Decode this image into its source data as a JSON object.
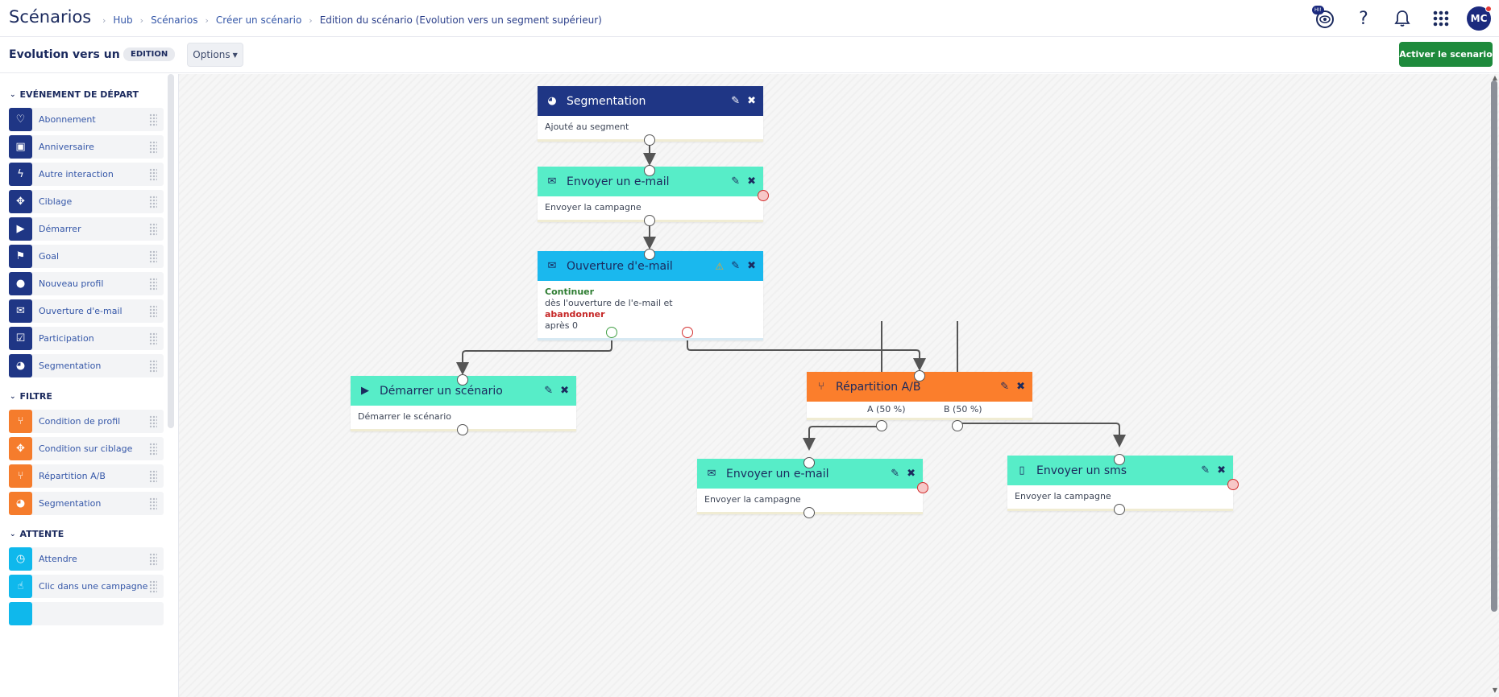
{
  "topbar": {
    "app_title": "Scénarios",
    "breadcrumb": [
      "Hub",
      "Scénarios",
      "Créer un scénario",
      "Edition du scénario (Evolution vers un segment supérieur)"
    ],
    "hi_badge": "HI!",
    "help_icon": "?",
    "avatar_initials": "MC"
  },
  "subbar": {
    "scenario_name": "Evolution vers un s...",
    "edition_badge": "EDITION",
    "options_label": "Options",
    "activate_label": "Activer le scenario"
  },
  "sidebar": {
    "sections": [
      {
        "title": "EVÉNEMENT DE DÉPART",
        "color": "#1f3685",
        "items": [
          {
            "label": "Abonnement",
            "icon": "heart-icon"
          },
          {
            "label": "Anniversaire",
            "icon": "gift-icon"
          },
          {
            "label": "Autre interaction",
            "icon": "bolt-icon"
          },
          {
            "label": "Ciblage",
            "icon": "target-icon"
          },
          {
            "label": "Démarrer",
            "icon": "play-icon"
          },
          {
            "label": "Goal",
            "icon": "flag-icon"
          },
          {
            "label": "Nouveau profil",
            "icon": "user-icon"
          },
          {
            "label": "Ouverture d'e-mail",
            "icon": "envelope-open-icon"
          },
          {
            "label": "Participation",
            "icon": "checkbox-icon"
          },
          {
            "label": "Segmentation",
            "icon": "pie-icon"
          }
        ]
      },
      {
        "title": "FILTRE",
        "color": "#f57c2c",
        "items": [
          {
            "label": "Condition de profil",
            "icon": "fork-icon"
          },
          {
            "label": "Condition sur ciblage",
            "icon": "target-icon"
          },
          {
            "label": "Répartition A/B",
            "icon": "fork-icon"
          },
          {
            "label": "Segmentation",
            "icon": "pie-icon"
          }
        ]
      },
      {
        "title": "ATTENTE",
        "color": "#0fb8ec",
        "items": [
          {
            "label": "Attendre",
            "icon": "clock-icon"
          },
          {
            "label": "Clic dans une campagne",
            "icon": "pointer-icon"
          }
        ]
      }
    ]
  },
  "nodes": {
    "segmentation": {
      "title": "Segmentation",
      "body": "Ajouté au segment"
    },
    "email1": {
      "title": "Envoyer un e-mail",
      "body": "Envoyer la campagne"
    },
    "ouverture": {
      "title": "Ouverture d'e-mail",
      "continue": "Continuer",
      "line2": "dès l'ouverture de l'e-mail et",
      "abandon": "abandonner",
      "line4": "après 0"
    },
    "demarrer": {
      "title": "Démarrer un scénario",
      "body": "Démarrer le scénario"
    },
    "repartition": {
      "title": "Répartition A/B",
      "a_label": "A (50 %)",
      "b_label": "B (50 %)"
    },
    "email2": {
      "title": "Envoyer un e-mail",
      "body": "Envoyer la campagne"
    },
    "sms": {
      "title": "Envoyer un sms",
      "body": "Envoyer la campagne"
    }
  }
}
